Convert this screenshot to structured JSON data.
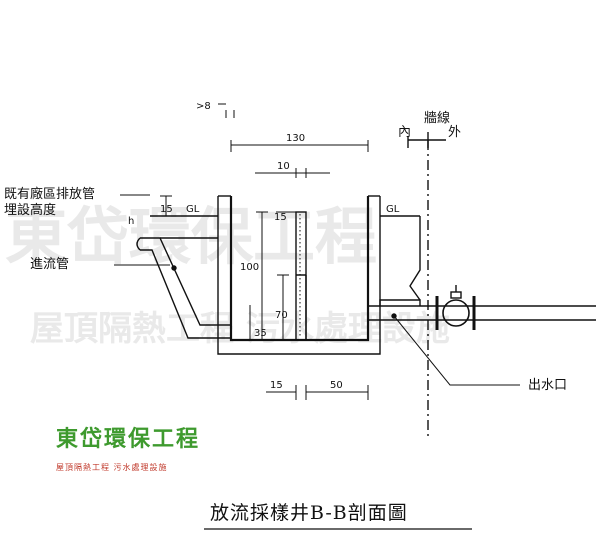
{
  "drawing": {
    "title": "放流採樣井B-B剖面圖",
    "labels": {
      "existing_pipe_line1": "既有廠區排放管",
      "existing_pipe_line2": "埋設高度",
      "h": "h",
      "inflow_pipe": "進流管",
      "outlet": "出水口",
      "wall_line": "牆線",
      "inside": "內",
      "outside": "外",
      "gl_left": "GL",
      "gl_right": "GL"
    },
    "dimensions": {
      "d_gt8": ">8",
      "d_130": "130",
      "d_10": "10",
      "d_15_left": "15",
      "d_15_baffle": "15",
      "d_100": "100",
      "d_70": "70",
      "d_35": "35",
      "d_15_bottom": "15",
      "d_50": "50"
    }
  },
  "logo": {
    "name": "東岱環保工程",
    "tagline": "屋頂隔熱工程  污水處理設施"
  },
  "watermark": {
    "line1": "東岱環保工程",
    "line2": "屋頂隔熱工程 污水處理設施"
  }
}
